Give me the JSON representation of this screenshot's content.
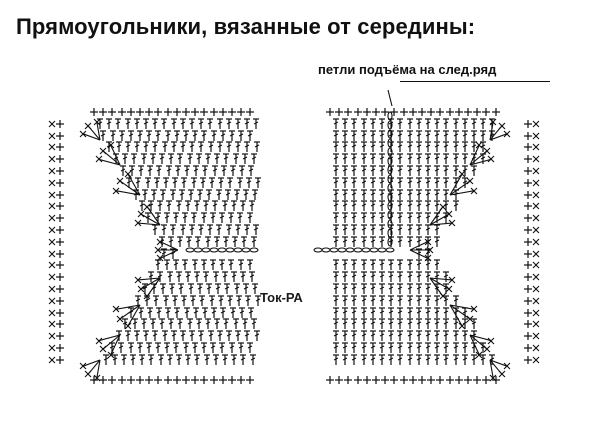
{
  "title": "Прямоугольники, вязанные от середины:",
  "annotation": {
    "label": "петли подъёма на след.ряд"
  },
  "watermark": "Ток-РА",
  "symbols": {
    "double_crochet": "T-stitch",
    "single_crochet": "+ cross",
    "chain": "oval",
    "slip_stitch": "x mark"
  },
  "colors": {
    "ink": "#111111",
    "background": "#ffffff"
  }
}
